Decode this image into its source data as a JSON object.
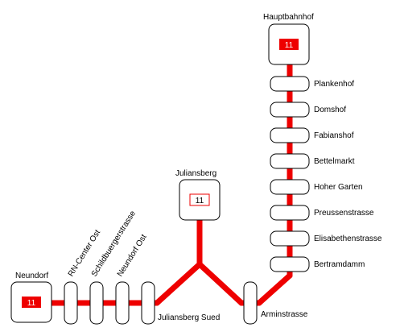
{
  "line": {
    "number": "11",
    "color": "#ee0000"
  },
  "terminals": [
    {
      "id": "hauptbahnhof",
      "name": "Hauptbahnhof",
      "style": "filled"
    },
    {
      "id": "juliansberg",
      "name": "Juliansberg",
      "style": "outlined"
    },
    {
      "id": "neundorf",
      "name": "Neundorf",
      "style": "filled"
    }
  ],
  "stations_vertical": [
    {
      "id": "plankenhof",
      "name": "Plankenhof"
    },
    {
      "id": "domshof",
      "name": "Domshof"
    },
    {
      "id": "fabianshof",
      "name": "Fabianshof"
    },
    {
      "id": "bettelmarkt",
      "name": "Bettelmarkt"
    },
    {
      "id": "hoher-garten",
      "name": "Hoher Garten"
    },
    {
      "id": "preussenstrasse",
      "name": "Preussenstrasse"
    },
    {
      "id": "elisabethenstrasse",
      "name": "Elisabethenstrasse"
    },
    {
      "id": "bertramdamm",
      "name": "Bertramdamm"
    }
  ],
  "stations_bottom": [
    {
      "id": "rn-center-ost",
      "name": "RN-Center Ost"
    },
    {
      "id": "schildbuergerstrasse",
      "name": "Schildbuergerstrasse"
    },
    {
      "id": "neundorf-ost",
      "name": "Neundorf Ost"
    },
    {
      "id": "juliansberg-sued",
      "name": "Juliansberg Sued"
    },
    {
      "id": "arminstrasse",
      "name": "Arminstrasse"
    }
  ]
}
